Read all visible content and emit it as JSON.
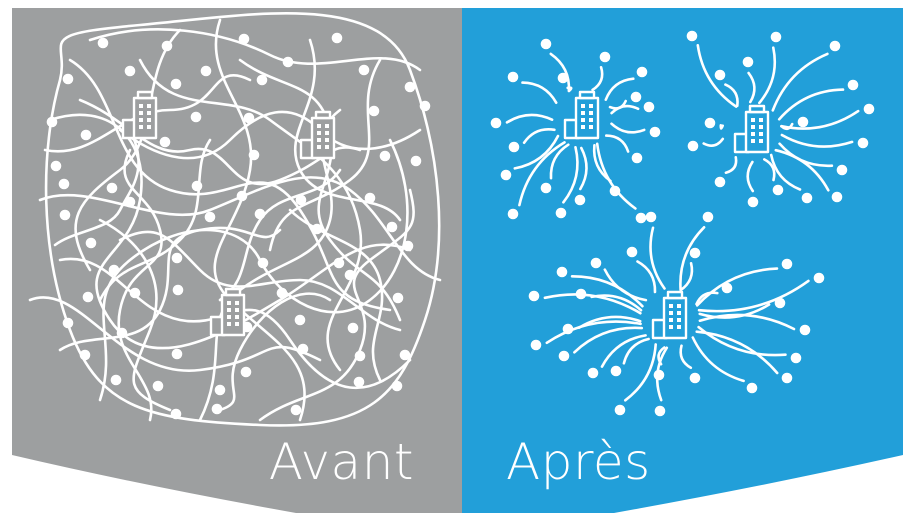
{
  "labels": {
    "before": "Avant",
    "after": "Après"
  },
  "colors": {
    "before_panel": "#9d9fa0",
    "after_panel": "#229fd9",
    "foreground": "#ffffff",
    "background": "#ffffff"
  },
  "icons": {
    "hub": "office-building-icon",
    "node": "dot-icon"
  },
  "panels": [
    {
      "key": "before",
      "state": "tangled",
      "hubs": 3,
      "nodes": 66
    },
    {
      "key": "after",
      "state": "organized",
      "hubs": 3,
      "nodes": 74
    }
  ]
}
